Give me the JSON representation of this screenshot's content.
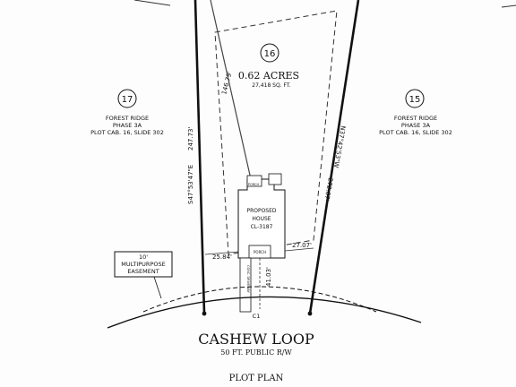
{
  "lot16": {
    "number": "16",
    "area_acres": "0.62 ACRES",
    "area_sqft": "27,418 SQ. FT.",
    "dim_inner_left": "146.79'"
  },
  "lot17": {
    "number": "17",
    "line1": "FOREST RIDGE",
    "line2": "PHASE 3A",
    "line3": "PLOT CAB. 16, SLIDE 302"
  },
  "lot15": {
    "number": "15",
    "line1": "FOREST RIDGE",
    "line2": "PHASE 3A",
    "line3": "PLOT CAB. 16, SLIDE 302"
  },
  "boundary": {
    "left_bearing": "S47°53'47\"E",
    "left_distance": "247.73'",
    "right_bearing": "N37°42'53\"W",
    "right_distance": "272.67'"
  },
  "house": {
    "line1": "PROPOSED",
    "line2": "HOUSE",
    "line3": "CL-3187",
    "porch_label": "PORCH",
    "front_porch_label": "PORCH"
  },
  "setbacks": {
    "left": "25.84'",
    "right": "27.07'",
    "front": "41.03'"
  },
  "easement": {
    "line1": "10'",
    "line2": "MULTIPURPOSE",
    "line3": "EASEMENT"
  },
  "curve_label": "C1",
  "driveway_label": "CONC. DRIVEWAY",
  "street": {
    "name": "CASHEW LOOP",
    "row": "50 FT. PUBLIC R/W"
  },
  "footer": {
    "title": "PLOT PLAN"
  }
}
